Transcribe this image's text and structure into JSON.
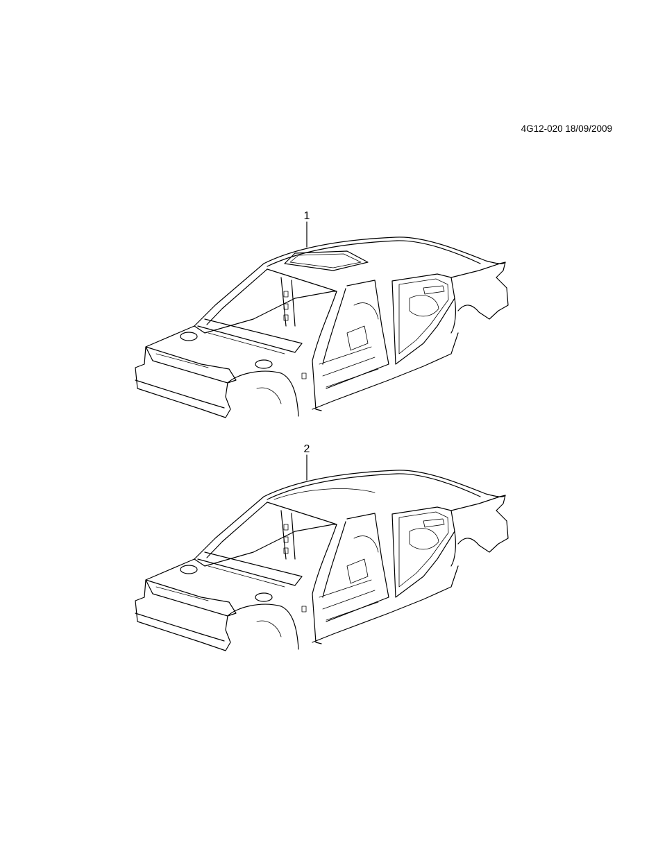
{
  "header": {
    "doc_code": "4G12-020 18/09/2009"
  },
  "items": [
    {
      "callout": "1",
      "part": "body-shell-with-sunroof-opening"
    },
    {
      "callout": "2",
      "part": "body-shell-without-sunroof"
    }
  ]
}
